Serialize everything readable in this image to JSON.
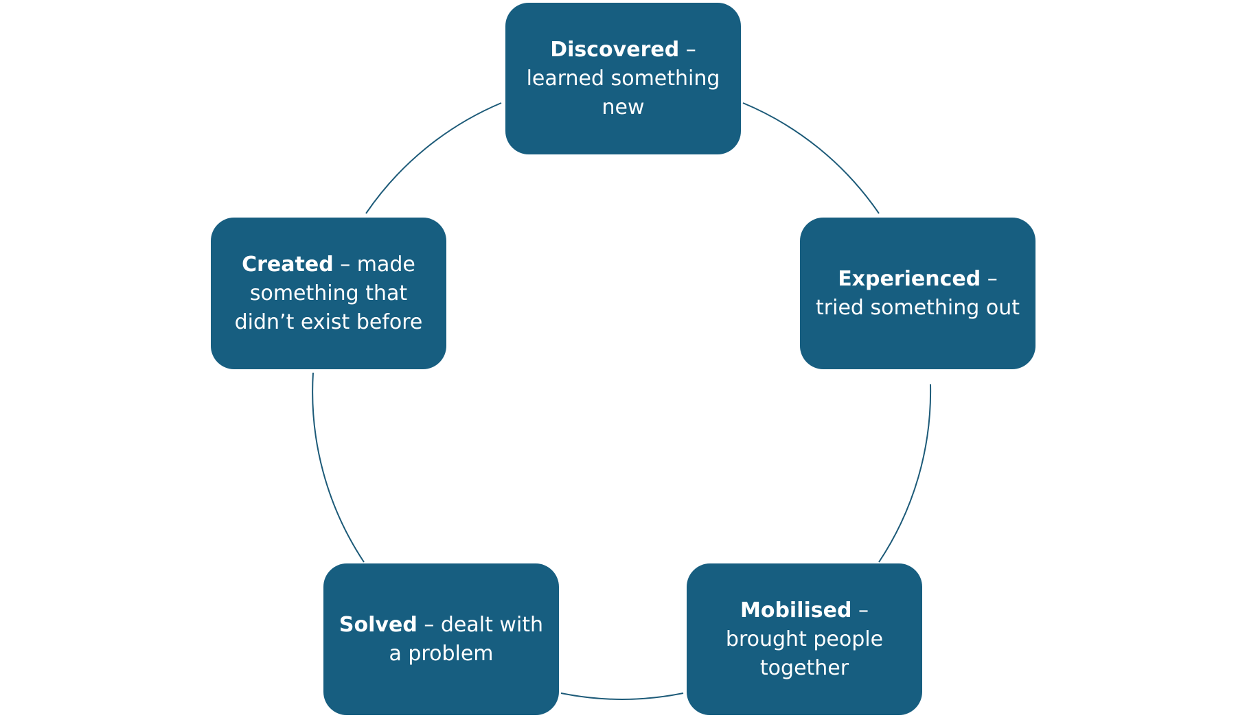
{
  "diagram": {
    "node_color": "#175e80",
    "line_color": "#1c5a78",
    "nodes": [
      {
        "id": "discovered",
        "bold": "Discovered",
        "text": " – learned something new"
      },
      {
        "id": "experienced",
        "bold": "Experienced",
        "text": " – tried something out"
      },
      {
        "id": "mobilised",
        "bold": "Mobilised",
        "text": " – brought people together"
      },
      {
        "id": "solved",
        "bold": "Solved",
        "text": " – dealt with a problem"
      },
      {
        "id": "created",
        "bold": "Created",
        "text": " – made something that didn’t exist before"
      }
    ]
  }
}
